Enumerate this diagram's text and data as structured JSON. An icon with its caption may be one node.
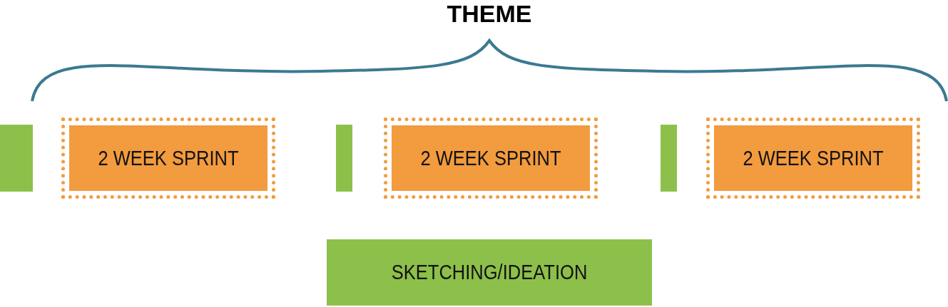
{
  "diagram": {
    "title": "THEME",
    "nodes": [
      {
        "text": [],
        "shape": "bar"
      },
      {
        "text": [
          "2 WEEK SPRINT"
        ]
      },
      {
        "text": [],
        "shape": "bar"
      },
      {
        "text": [
          "2 WEEK SPRINT"
        ]
      },
      {
        "text": [],
        "shape": "bar"
      },
      {
        "text": [
          "2 WEEK SPRINT"
        ]
      },
      {
        "text": [
          "SKETCHING/IDEATION"
        ]
      }
    ],
    "edges": []
  }
}
